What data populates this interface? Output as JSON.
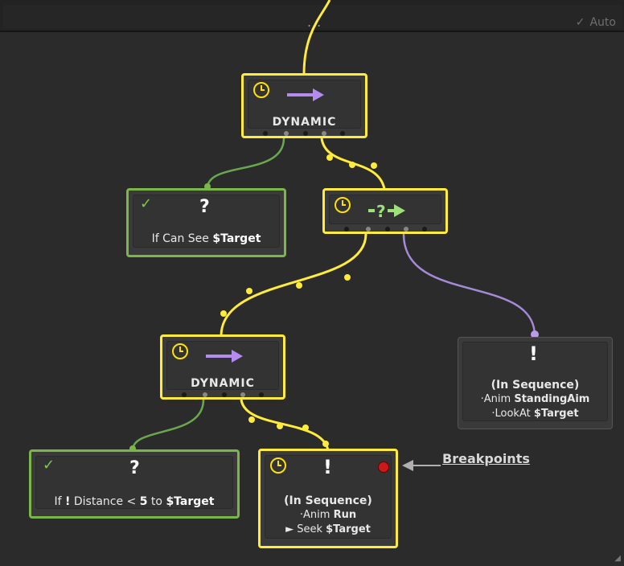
{
  "toolbar": {
    "menu_dots": "...",
    "auto_label": "Auto",
    "auto_check": "✓"
  },
  "colors": {
    "yellow": "#ffeb3b",
    "green": "#7ab648",
    "purple": "#a58ad8",
    "breakpoint": "#cc1a1a"
  },
  "nodes": {
    "root_dynamic": {
      "title": "DYNAMIC",
      "icon": "right-arrow-icon"
    },
    "condition_can_see": {
      "text_prefix": "If Can See ",
      "text_bold": "$Target",
      "icon": "question-icon"
    },
    "probability_selector": {
      "icon": "probability-arrow-icon"
    },
    "sequence_standing": {
      "line1": "(In Sequence)",
      "line2_prefix": "·Anim ",
      "line2_bold": "StandingAim",
      "line3_prefix": "·LookAt ",
      "line3_bold": "$Target"
    },
    "inner_dynamic": {
      "title": "DYNAMIC"
    },
    "condition_distance": {
      "p1": "If ",
      "p2": "!",
      "p3": " Distance < ",
      "p4": "5",
      "p5": " to ",
      "p6": "$Target"
    },
    "sequence_run": {
      "line1": "(In Sequence)",
      "line2_prefix": "·Anim ",
      "line2_bold": "Run",
      "line3_prefix": "► Seek ",
      "line3_bold": "$Target"
    }
  },
  "annotation": {
    "breakpoints": "Breakpoints"
  }
}
